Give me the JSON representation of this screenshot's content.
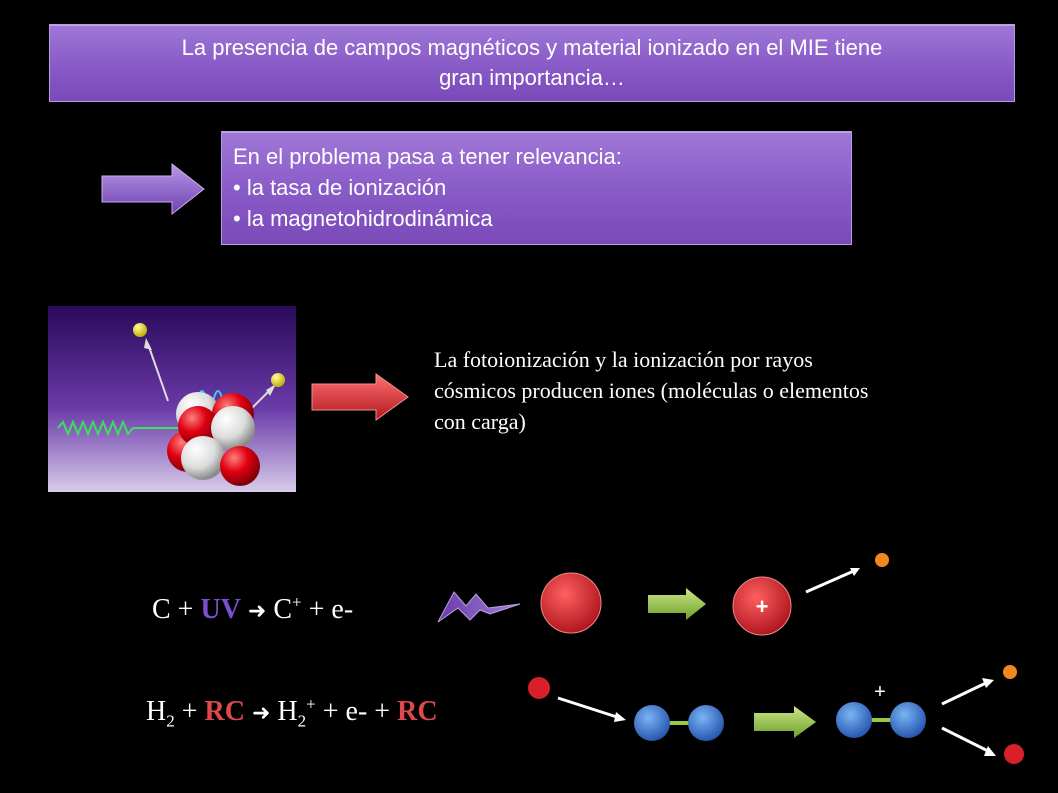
{
  "title": {
    "line1": "La presencia de campos magnéticos y material ionizado en el MIE tiene",
    "line2": "gran importancia…"
  },
  "relevance": {
    "heading": "En el problema pasa a tener relevancia:",
    "items": [
      "la tasa de ionización",
      "la magnetohidrodinámica"
    ]
  },
  "description": {
    "line1": "La fotoionización y la ionización por rayos",
    "line2": "cósmicos producen iones (moléculas o elementos",
    "line3": "con carga)"
  },
  "equation1": {
    "reactant": "C + ",
    "agent": "UV",
    "product": "C",
    "product_charge": "+",
    "rest": " + e-"
  },
  "equation2": {
    "reactant": "H",
    "reactant_sub": "2",
    "plus": " + ",
    "agent": "RC",
    "product": "H",
    "product_sub": "2",
    "product_charge": "+",
    "rest": " + e- + ",
    "agent2": "RC"
  },
  "ion_labels": {
    "c_ion": "+",
    "h2_ion": "+"
  },
  "colors": {
    "box_purple": "#8a5cc8",
    "uv_purple": "#7a4fd0",
    "rc_red": "#e0484d",
    "arrow_green": "#9cc84a",
    "arrow_red": "#d9383d"
  }
}
